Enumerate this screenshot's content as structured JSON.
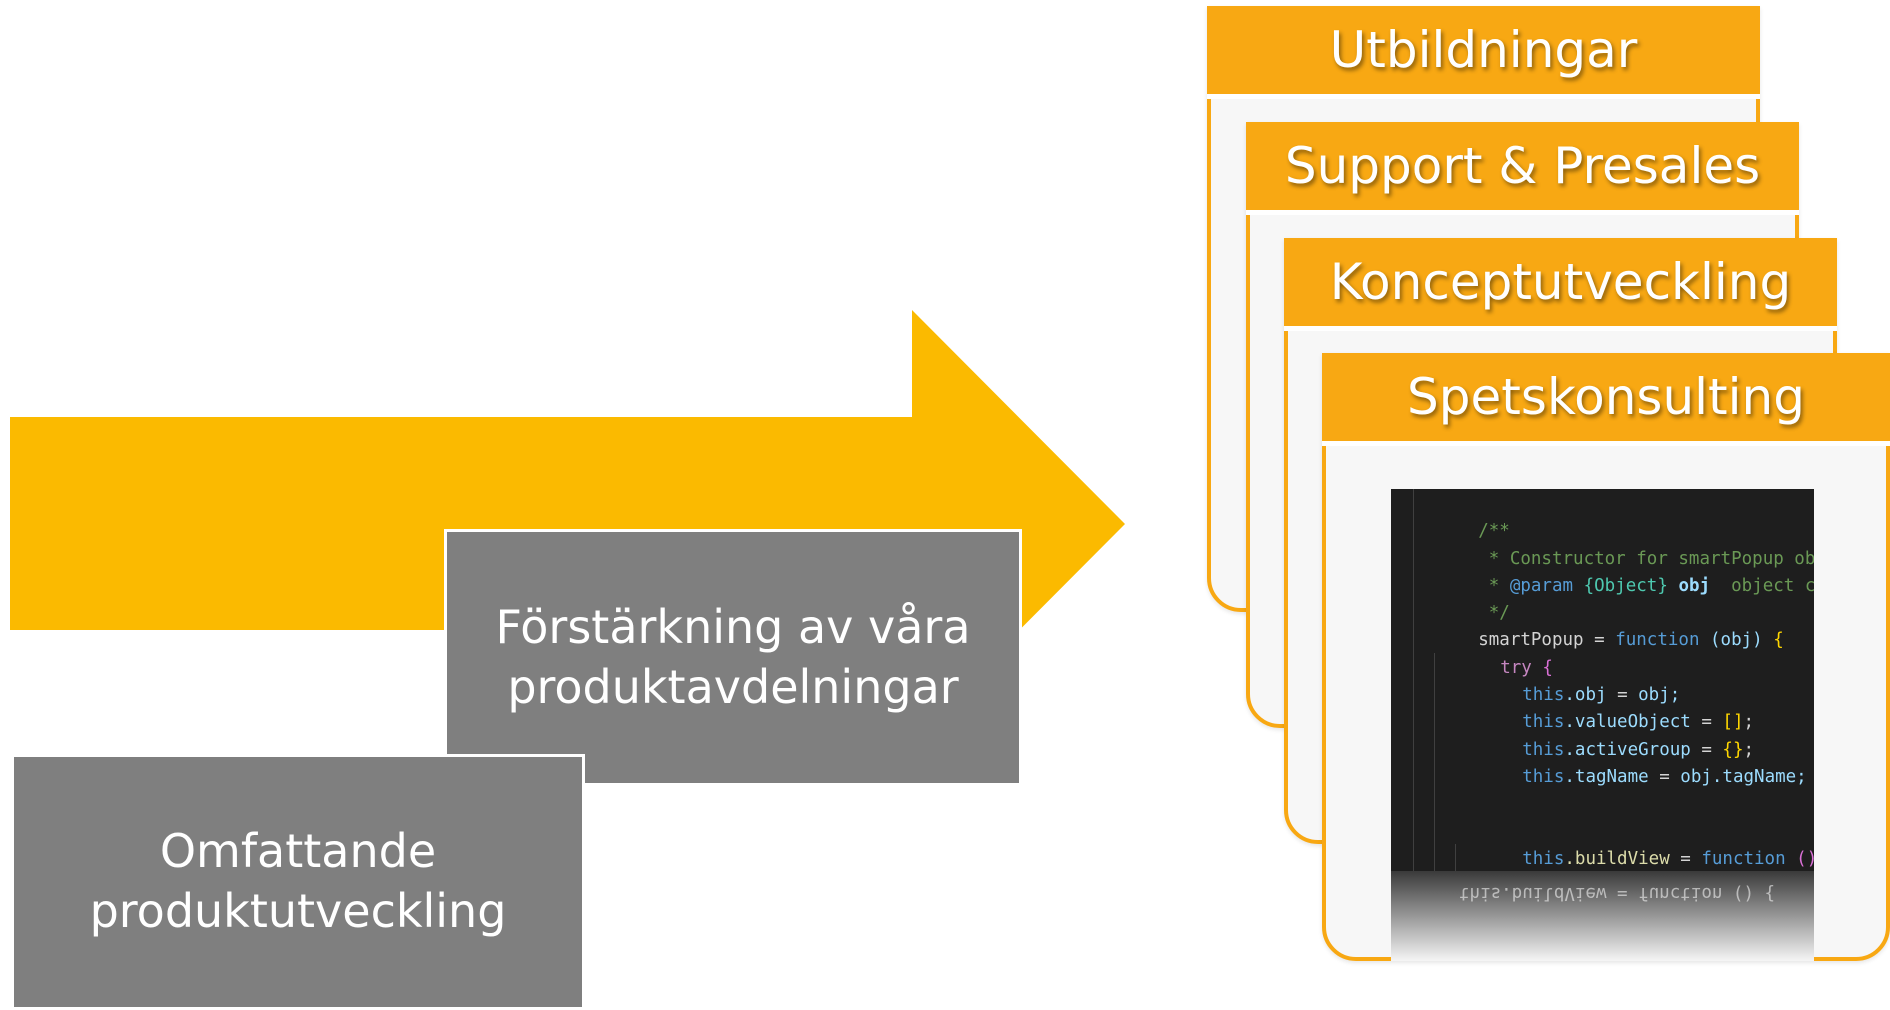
{
  "colors": {
    "arrow": "#fbba00",
    "box_gray": "#7f7f7f",
    "card_orange": "#f8a813",
    "card_fill": "#f7f7f7",
    "code_bg": "#1e1e1e"
  },
  "boxes": {
    "forstarkning": "Förstärkning av våra produktavdelningar",
    "omfattande": "Omfattande produktutveckling"
  },
  "cards": [
    {
      "title": "Utbildningar"
    },
    {
      "title": "Support & Presales"
    },
    {
      "title": "Konceptutveckling"
    },
    {
      "title": "Spetskonsulting"
    }
  ],
  "code": {
    "c1": "/**",
    "c2": " * Constructor for smartPopup object",
    "c3a": " * ",
    "c3b": "@param",
    "c3c": " ",
    "c3d": "{Object}",
    "c3e": " ",
    "c3f": "obj",
    "c3g": "  object clicke",
    "c4": " */",
    "s1": "smartPopup",
    "eq": " = ",
    "function_kw": "function",
    "paren_obj": " (obj) ",
    "lbrace": "{",
    "try_kw": "try",
    "this_kw": "this",
    "dot_obj": ".obj",
    "obj_semi": "obj;",
    "dot_value": ".valueObject",
    "empty_array": "[]",
    "semi": ";",
    "dot_active": ".activeGroup",
    "empty_obj": "{}",
    "dot_tag": ".tagName",
    "obj_tag": "obj.tagName;",
    "dot_build": ".buildView",
    "empty_parens": " () ",
    "reflection": "this.buildView = function () {"
  }
}
